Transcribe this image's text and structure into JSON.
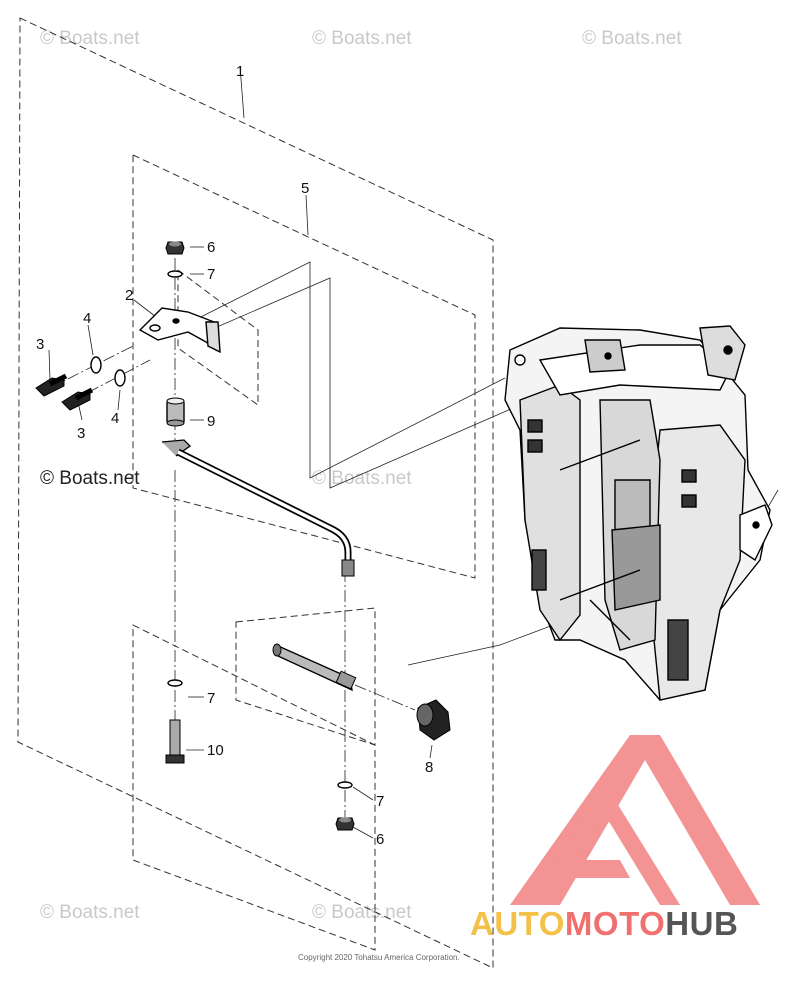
{
  "watermarks": {
    "top_left": "© Boats.net",
    "top_center": "© Boats.net",
    "top_right": "© Boats.net",
    "mid_left": "© Boats.net",
    "mid_center": "© Boats.net",
    "bottom_left": "© Boats.net",
    "bottom_center": "© Boats.net"
  },
  "copyright": "Copyright 2020 Tohatsu America Corporation.",
  "brand_logo": {
    "part1": "AUTO",
    "part2": "MOTO",
    "part3": "HUB",
    "colors": {
      "auto": "#f3c14a",
      "moto": "#f07070",
      "hub": "#555555",
      "triangle": "#f28a8a"
    }
  },
  "callouts": {
    "c1": "1",
    "c2": "2",
    "c3a": "3",
    "c3b": "3",
    "c4a": "4",
    "c4b": "4",
    "c5": "5",
    "c6a": "6",
    "c6b": "6",
    "c7a": "7",
    "c7b": "7",
    "c7c": "7",
    "c8": "8",
    "c9": "9",
    "c10": "10"
  }
}
